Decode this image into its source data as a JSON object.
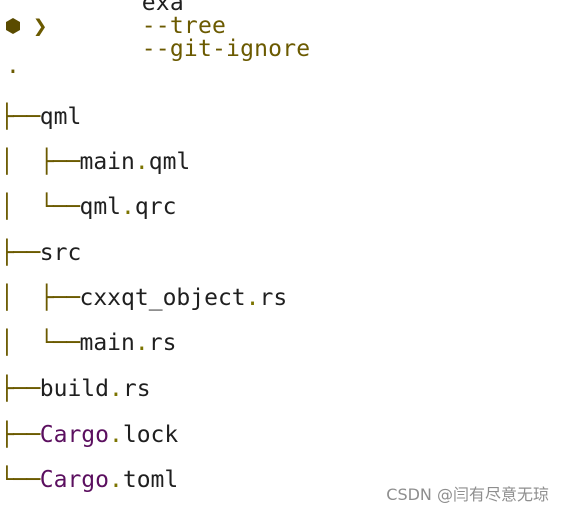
{
  "terminal": {
    "prompt": {
      "chevron": "❯",
      "command": "exa",
      "flag_tree": "--tree",
      "flag_git_ignore": "--git-ignore"
    },
    "root": ".",
    "tree": [
      {
        "prefix": "├──",
        "name": "qml",
        "ext": "",
        "style": "dark"
      },
      {
        "prefix": "│  ├──",
        "name": "main",
        "ext": "qml",
        "style": "dark"
      },
      {
        "prefix": "│  └──",
        "name": "qml",
        "ext": "qrc",
        "style": "dark"
      },
      {
        "prefix": "├──",
        "name": "src",
        "ext": "",
        "style": "dark"
      },
      {
        "prefix": "│  ├──",
        "name": "cxxqt_object",
        "ext": "rs",
        "style": "dark"
      },
      {
        "prefix": "│  └──",
        "name": "main",
        "ext": "rs",
        "style": "dark"
      },
      {
        "prefix": "├──",
        "name": "build",
        "ext": "rs",
        "style": "dark"
      },
      {
        "prefix": "├──",
        "name": "Cargo",
        "ext": "lock",
        "style": "purple"
      },
      {
        "prefix": "└──",
        "name": "Cargo",
        "ext": "toml",
        "style": "purple"
      }
    ],
    "watermark": "CSDN @闫有尽意无琼"
  },
  "colors": {
    "branch": "#6b5a00",
    "text": "#1f1f1f",
    "purple": "#5b0f5f",
    "hexagon": "#5a4b00"
  }
}
